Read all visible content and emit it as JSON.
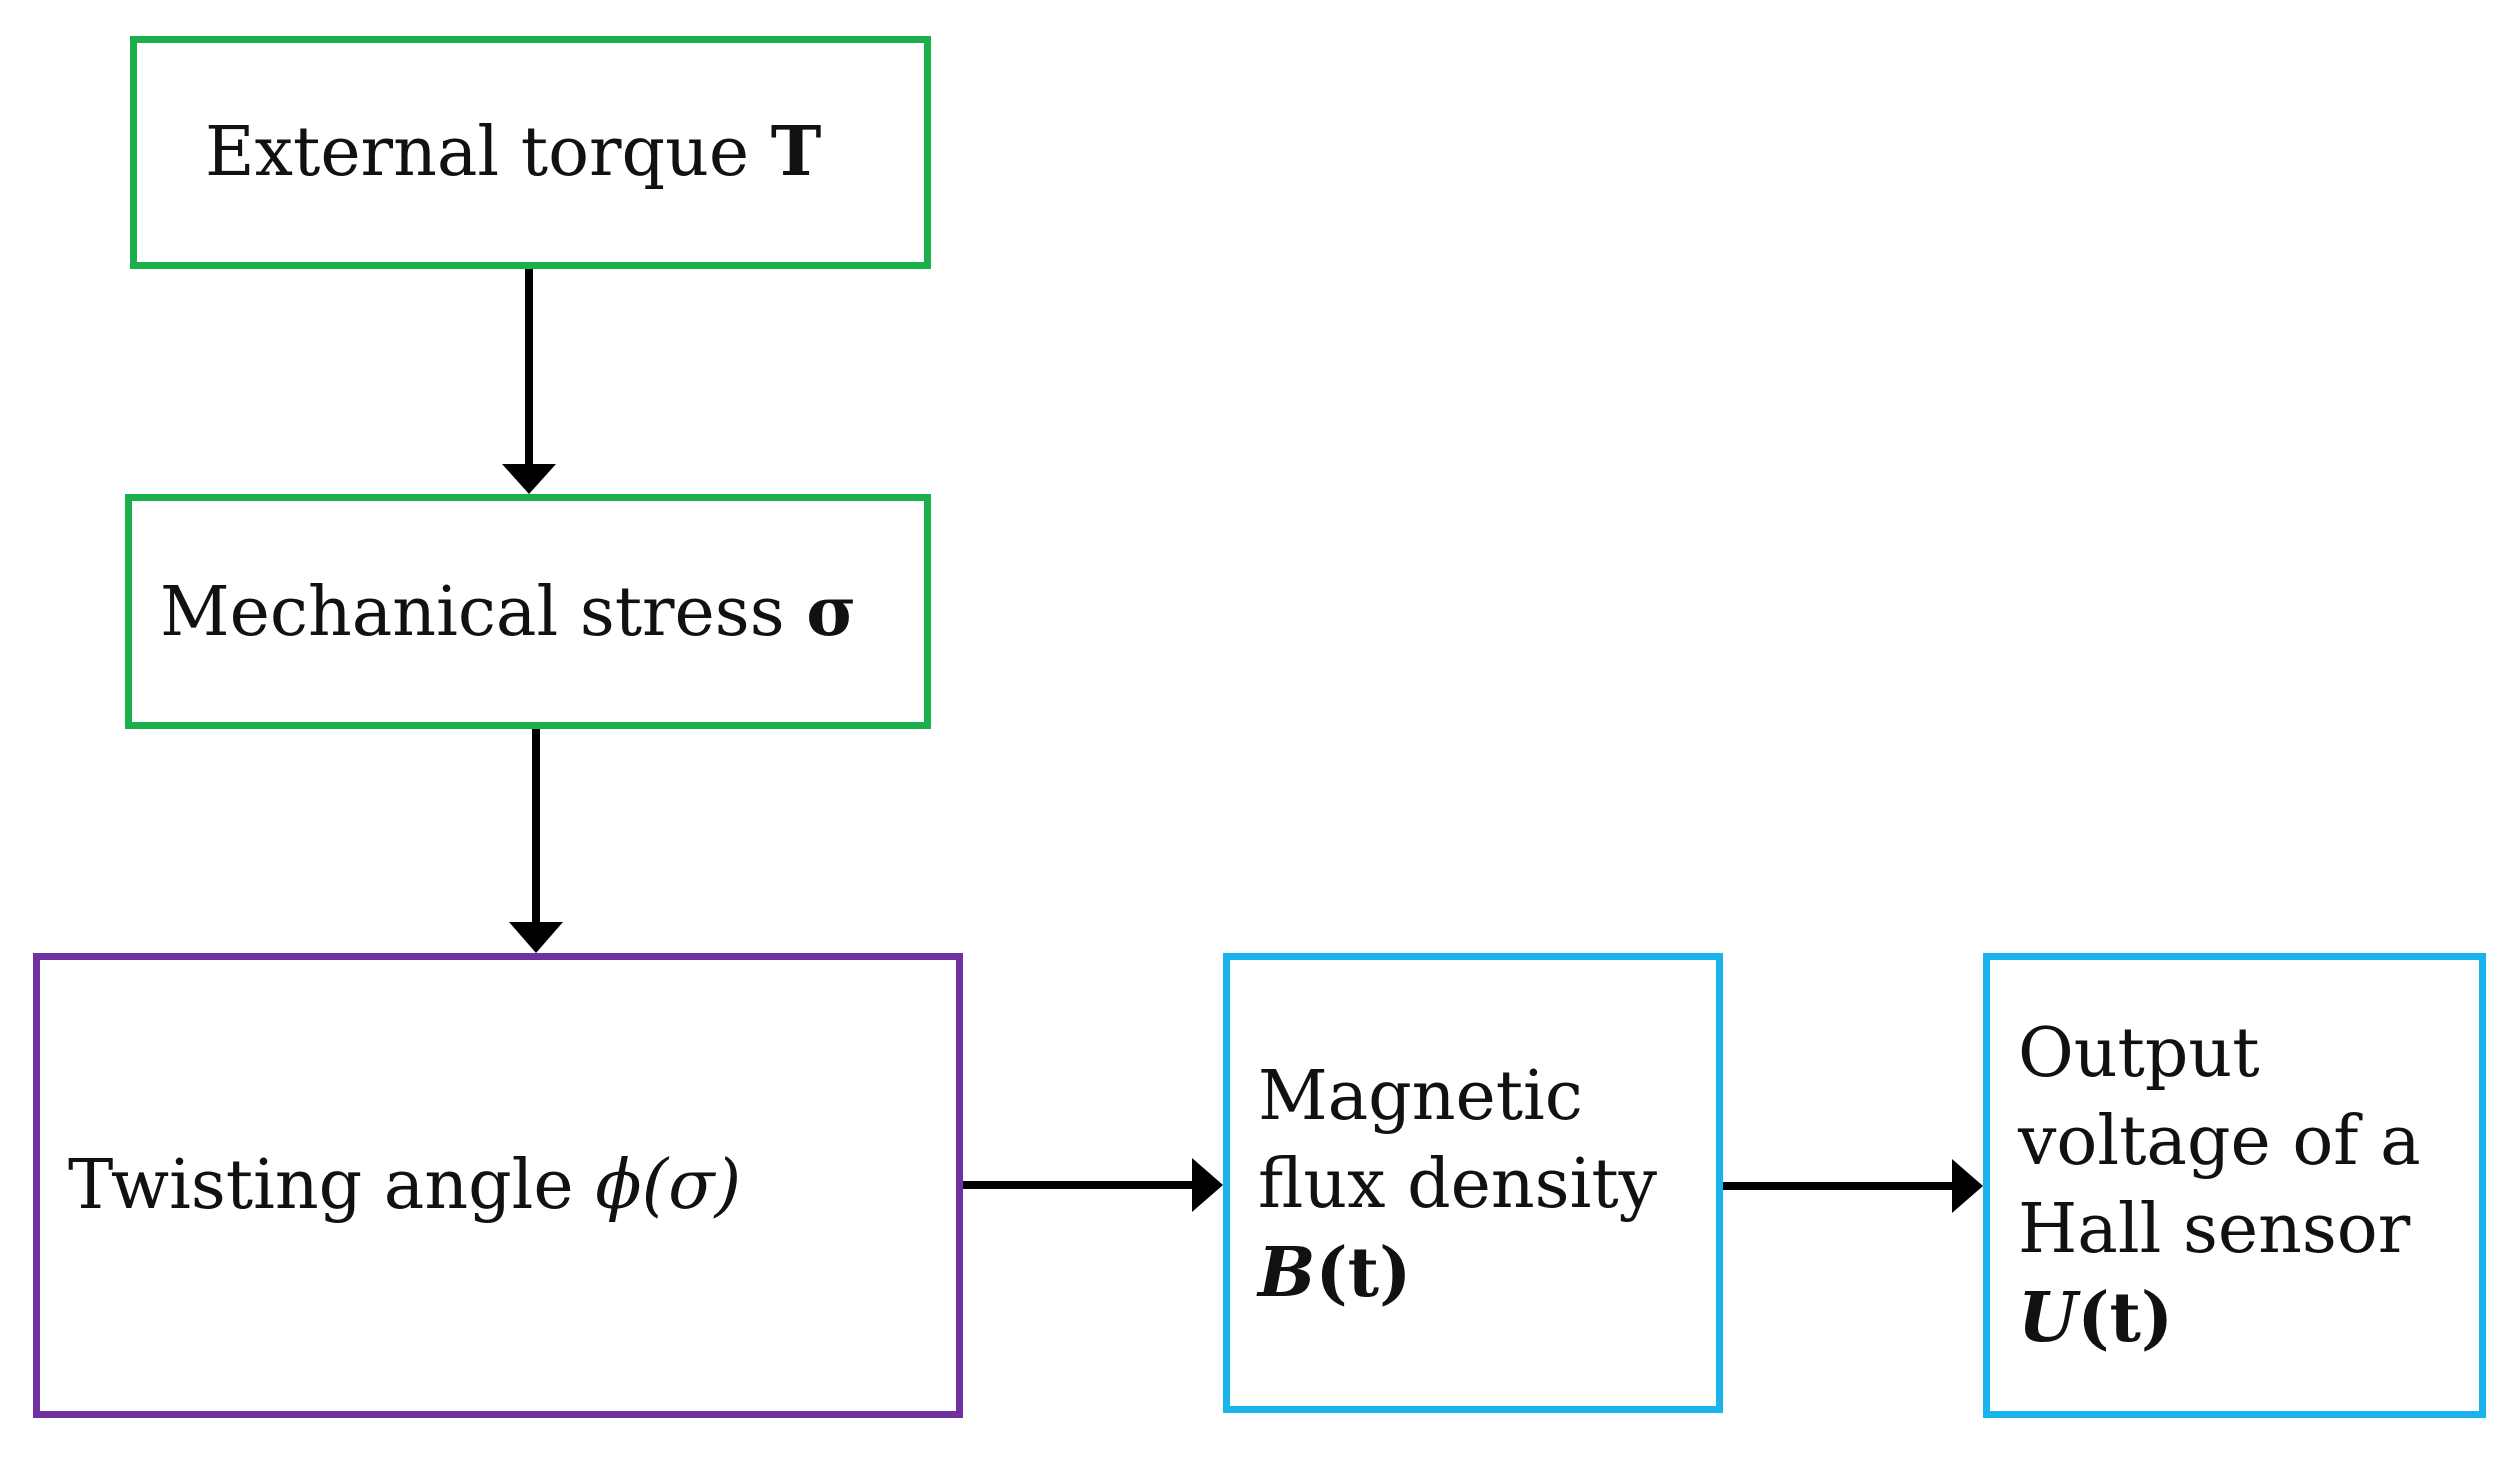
{
  "diagram": {
    "nodes": {
      "external_torque": {
        "text": "External torque ",
        "symbol": "T"
      },
      "mechanical_stress": {
        "text": "Mechanical stress ",
        "symbol": "σ"
      },
      "twisting_angle": {
        "text": "Twisting angle ",
        "symbol": "ϕ(σ)"
      },
      "magnetic_flux": {
        "line1": "Magnetic",
        "line2": "flux density",
        "symbol": "B",
        "symbol_suffix": "(t)"
      },
      "output_voltage": {
        "line1": "Output",
        "line2": "voltage of a",
        "line3": "Hall sensor",
        "symbol": "U",
        "symbol_suffix": "(t)"
      }
    },
    "colors": {
      "stage_input": "#1aaf4a",
      "stage_mechanical": "#7030a0",
      "stage_magnetic": "#1ab4ec",
      "arrow": "#000000"
    },
    "edges": [
      {
        "from": "external_torque",
        "to": "mechanical_stress"
      },
      {
        "from": "mechanical_stress",
        "to": "twisting_angle"
      },
      {
        "from": "twisting_angle",
        "to": "magnetic_flux"
      },
      {
        "from": "magnetic_flux",
        "to": "output_voltage"
      }
    ]
  }
}
